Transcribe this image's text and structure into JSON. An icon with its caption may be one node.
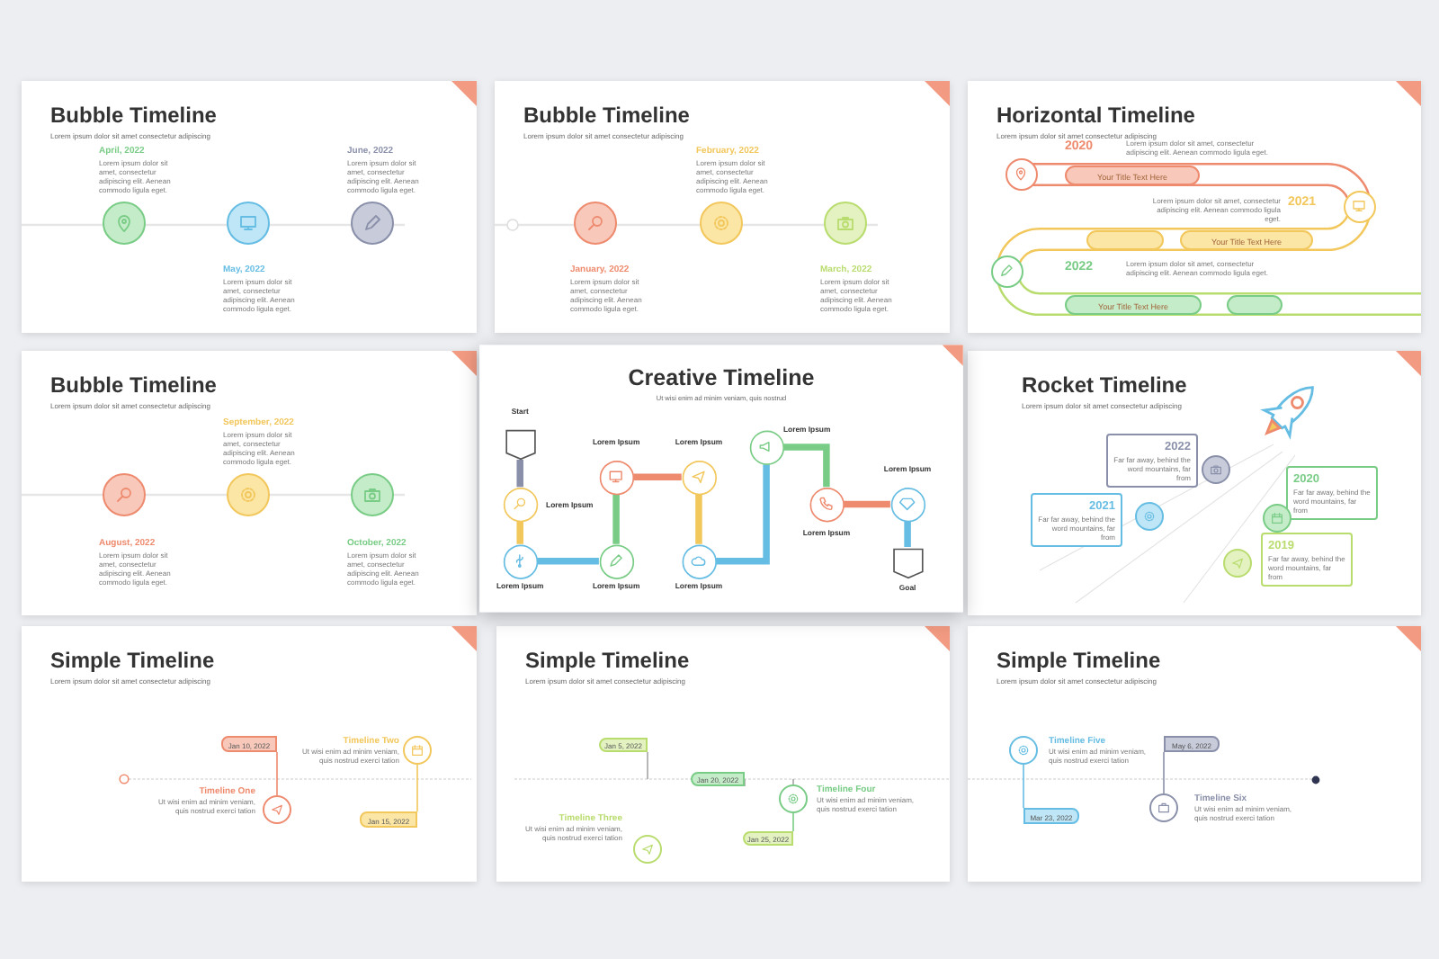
{
  "diagram": {
    "nodes": [
      {
        "text": [
          "Bubble Timeline",
          "Lorem ipsum dolor sit amet consectetur adipiscing"
        ]
      },
      {
        "text": [],
        "shape": "circle",
        "in": 0,
        "beside": [
          "April, 2022",
          "Lorem ipsum dolor sit amet, consectetur adipiscing elit. Aenean commodo ligula eget."
        ]
      },
      {
        "text": [],
        "shape": "circle",
        "in": 0,
        "beside": [
          "May, 2022",
          "Lorem ipsum dolor sit amet, consectetur adipiscing elit. Aenean commodo ligula eget."
        ]
      },
      {
        "text": [],
        "shape": "circle",
        "in": 0,
        "beside": [
          "June, 2022",
          "Lorem ipsum dolor sit amet, consectetur adipiscing elit. Aenean commodo ligula eget."
        ]
      },
      {
        "text": [
          "Bubble Timeline",
          "Lorem ipsum dolor sit amet consectetur adipiscing"
        ]
      },
      {
        "text": [],
        "shape": "circle",
        "in": 4,
        "beside": [
          "January, 2022",
          "Lorem ipsum dolor sit amet, consectetur adipiscing elit. Aenean commodo ligula eget."
        ]
      },
      {
        "text": [],
        "shape": "circle",
        "in": 4,
        "beside": [
          "February, 2022",
          "Lorem ipsum dolor sit amet, consectetur adipiscing elit. Aenean commodo ligula eget."
        ]
      },
      {
        "text": [],
        "shape": "circle",
        "in": 4,
        "beside": [
          "March, 2022",
          "Lorem ipsum dolor sit amet, consectetur adipiscing elit. Aenean commodo ligula eget."
        ]
      },
      {
        "text": [
          "Horizontal Timeline",
          "Lorem ipsum dolor sit amet consectetur adipiscing"
        ]
      },
      {
        "text": [],
        "shape": "circle",
        "in": 8
      },
      {
        "text": [
          "Your Title Text Here"
        ],
        "in": 8
      },
      {
        "text": [],
        "shape": "circle",
        "in": 8
      },
      {
        "text": [],
        "shape": "bar",
        "in": 8
      },
      {
        "text": [
          "Your Title Text Here"
        ],
        "in": 8
      },
      {
        "text": [],
        "shape": "circle",
        "in": 8
      },
      {
        "text": [
          "Your Title Text Here"
        ],
        "in": 8
      },
      {
        "text": [],
        "shape": "bar",
        "in": 8
      },
      {
        "text": [
          "Bubble Timeline",
          "Lorem ipsum dolor sit amet consectetur adipiscing"
        ]
      },
      {
        "text": [],
        "shape": "circle",
        "in": 17,
        "beside": [
          "August, 2022",
          "Lorem ipsum dolor sit amet, consectetur adipiscing elit. Aenean commodo ligula eget."
        ]
      },
      {
        "text": [],
        "shape": "circle",
        "in": 17,
        "beside": [
          "September, 2022",
          "Lorem ipsum dolor sit amet, consectetur adipiscing elit. Aenean commodo ligula eget."
        ]
      },
      {
        "text": [],
        "shape": "circle",
        "in": 17,
        "beside": [
          "October, 2022",
          "Lorem ipsum dolor sit amet, consectetur adipiscing elit. Aenean commodo ligula eget."
        ]
      },
      {
        "text": [
          "Rocket Timeline",
          "Lorem ipsum dolor sit amet consectetur adipiscing"
        ]
      },
      {
        "text": [
          "2022",
          "Far far away, behind the word mountains, far from"
        ],
        "in": 21
      },
      {
        "text": [],
        "shape": "circle",
        "in": 21
      },
      {
        "text": [
          "2021",
          "Far far away, behind the word mountains, far from"
        ],
        "in": 21
      },
      {
        "text": [],
        "shape": "circle",
        "in": 21
      },
      {
        "text": [
          "2020",
          "Far far away, behind the word mountains, far from"
        ],
        "in": 21
      },
      {
        "text": [],
        "shape": "circle",
        "in": 21
      },
      {
        "text": [
          "2019",
          "Far far away, behind the word mountains, far from"
        ],
        "in": 21
      },
      {
        "text": [],
        "shape": "circle",
        "in": 21
      },
      {
        "text": [
          "Simple Timeline",
          "Lorem ipsum dolor sit amet consectetur adipiscing"
        ]
      },
      {
        "text": [
          "Jan 10, 2022"
        ],
        "in": 30
      },
      {
        "text": [],
        "shape": "circle",
        "in": 30,
        "beside": [
          "Timeline One",
          "Ut wisi enim ad minim veniam, quis nostrud exerci tation"
        ]
      },
      {
        "text": [],
        "shape": "circle",
        "in": 30,
        "beside": [
          "Timeline Two",
          "Ut wisi enim ad minim veniam, quis nostrud exerci tation"
        ]
      },
      {
        "text": [
          "Jan 15, 2022"
        ],
        "in": 30
      },
      {
        "text": [
          "Simple Timeline",
          "Lorem ipsum dolor sit amet consectetur adipiscing"
        ]
      },
      {
        "text": [
          "Jan 5, 2022"
        ],
        "in": 35
      },
      {
        "text": [],
        "shape": "circle",
        "in": 35,
        "beside": [
          "Timeline Three",
          "Ut wisi enim ad minim veniam, quis nostrud exerci tation"
        ]
      },
      {
        "text": [
          "Jan 20, 2022"
        ],
        "in": 35
      },
      {
        "text": [],
        "shape": "circle",
        "in": 35,
        "beside": [
          "Timeline Four",
          "Ut wisi enim ad minim veniam, quis nostrud exerci tation"
        ]
      },
      {
        "text": [
          "Jan 25, 2022"
        ],
        "in": 35
      },
      {
        "text": [
          "Simple Timeline",
          "Lorem ipsum dolor sit amet consectetur adipiscing"
        ]
      },
      {
        "text": [],
        "shape": "circle",
        "in": 41,
        "beside": [
          "Timeline Five",
          "Ut wisi enim ad minim veniam, quis nostrud exerci tation"
        ]
      },
      {
        "text": [
          "Mar 23, 2022"
        ],
        "in": 41
      },
      {
        "text": [
          "May 6, 2022"
        ],
        "in": 41
      },
      {
        "text": [],
        "shape": "circle",
        "in": 41,
        "beside": [
          "Timeline Six",
          "Ut wisi enim ad minim veniam, quis nostrud exerci tation"
        ]
      },
      {
        "text": [
          "Creative Timeline",
          "Ut wisi enim ad minim veniam, quis nostrud"
        ]
      },
      {
        "text": [],
        "shape": "box",
        "in": 46,
        "beside": [
          "Start"
        ]
      },
      {
        "text": [],
        "shape": "circle",
        "in": 46,
        "beside": [
          "Lorem Ipsum"
        ]
      },
      {
        "text": [],
        "shape": "circle",
        "in": 46,
        "beside": [
          "Lorem Ipsum"
        ]
      },
      {
        "text": [],
        "shape": "circle",
        "in": 46,
        "beside": [
          "Lorem Ipsum"
        ]
      },
      {
        "text": [],
        "shape": "circle",
        "in": 46,
        "beside": [
          "Lorem Ipsum"
        ]
      },
      {
        "text": [],
        "shape": "circle",
        "in": 46,
        "beside": [
          "Lorem Ipsum"
        ]
      },
      {
        "text": [],
        "shape": "circle",
        "in": 46,
        "beside": [
          "Lorem Ipsum"
        ]
      },
      {
        "text": [],
        "shape": "circle",
        "in": 46,
        "beside": [
          "Lorem Ipsum"
        ]
      },
      {
        "text": [],
        "shape": "circle",
        "in": 46,
        "beside": [
          "Lorem Ipsum"
        ]
      },
      {
        "text": [],
        "shape": "circle",
        "in": 46,
        "beside": [
          "Lorem Ipsum"
        ]
      },
      {
        "text": [],
        "shape": "box",
        "in": 46,
        "beside": [
          "Goal"
        ]
      }
    ],
    "edges": [
      {
        "from": 47,
        "to": 48,
        "arrow": "none",
        "color": "#8a90aa"
      },
      {
        "from": 48,
        "to": 49,
        "arrow": "none",
        "color": "#f2c75c"
      },
      {
        "from": 49,
        "to": 50,
        "arrow": "none",
        "color": "#66bde3"
      },
      {
        "from": 50,
        "to": 51,
        "arrow": "none",
        "color": "#79cc86"
      },
      {
        "from": 51,
        "to": 52,
        "arrow": "none",
        "color": "#ee8a6e"
      },
      {
        "from": 52,
        "to": 53,
        "arrow": "none",
        "color": "#f2c75c"
      },
      {
        "from": 53,
        "to": 54,
        "arrow": "none",
        "color": "#66bde3"
      },
      {
        "from": 54,
        "to": 55,
        "arrow": "none",
        "color": "#79cc86"
      },
      {
        "from": 55,
        "to": 56,
        "arrow": "none",
        "color": "#ee8a6e"
      },
      {
        "from": 56,
        "to": 57,
        "arrow": "none",
        "color": "#66bde3"
      },
      {
        "from": 31,
        "to": 32,
        "arrow": "none",
        "color": "#ee8a6e"
      },
      {
        "from": 33,
        "to": 34,
        "arrow": "none",
        "color": "#f2c75c"
      },
      {
        "from": 39,
        "to": 40,
        "arrow": "none",
        "color": "#79cc86"
      },
      {
        "from": 42,
        "to": 43,
        "arrow": "none",
        "color": "#66bde3"
      },
      {
        "from": 44,
        "to": 45,
        "arrow": "none",
        "color": "#8a90aa"
      }
    ],
    "labels": [
      "2020",
      "Lorem ipsum dolor sit amet, consectetur adipiscing elit. Aenean commodo ligula eget.",
      "2021",
      "Lorem ipsum dolor sit amet, consectetur adipiscing elit. Aenean commodo ligula eget.",
      "2022",
      "Lorem ipsum dolor sit amet, consectetur adipiscing elit. Aenean commodo ligula eget."
    ]
  }
}
